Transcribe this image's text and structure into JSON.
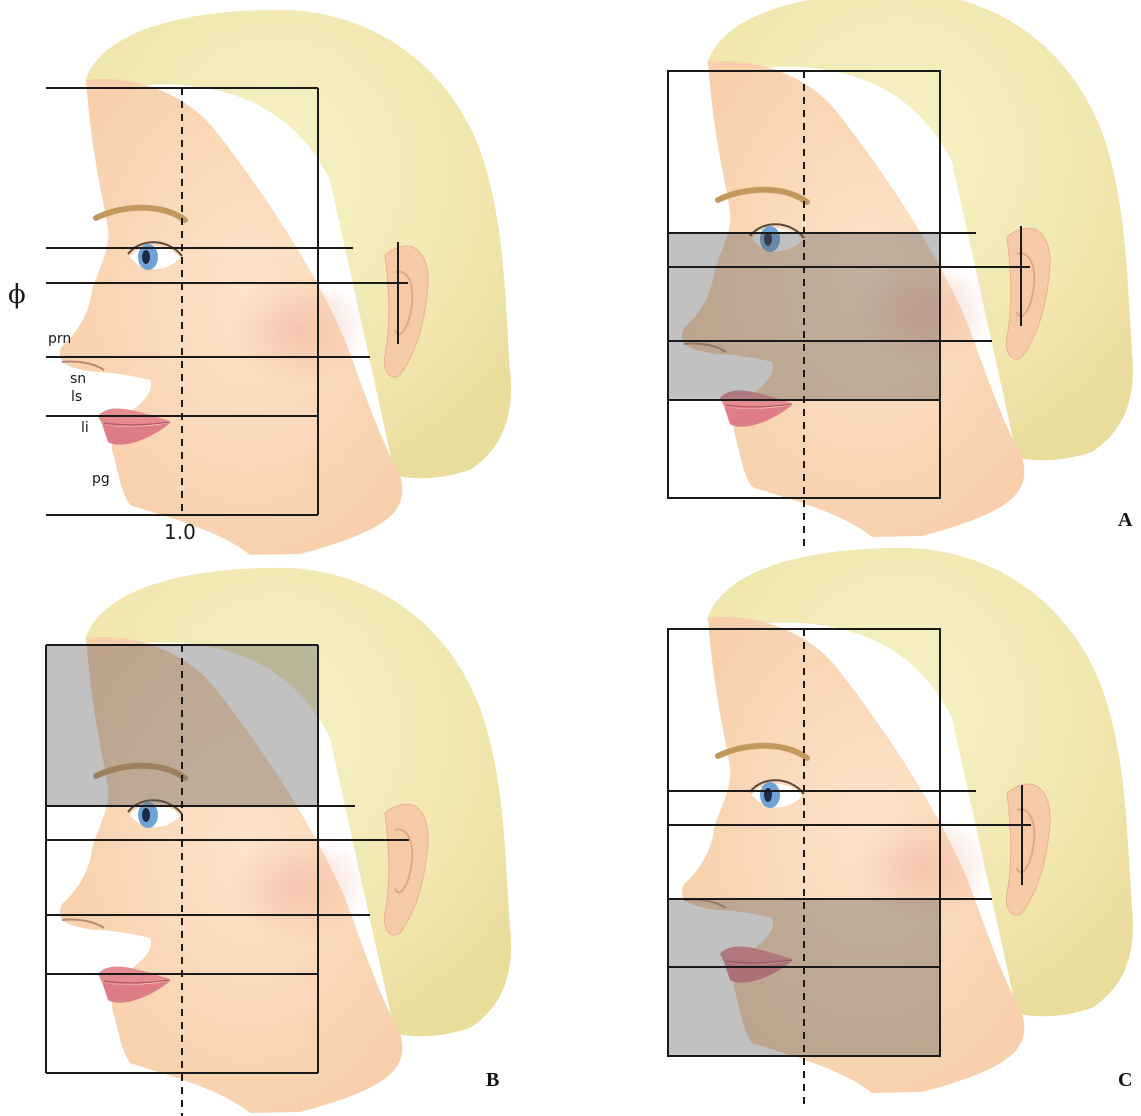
{
  "labels": {
    "phi": "ϕ",
    "prn": "prn",
    "sn": "sn",
    "ls": "ls",
    "li": "li",
    "pg": "pg",
    "ratio": "1.0"
  },
  "panels": [
    {
      "id": "base",
      "letter": ""
    },
    {
      "id": "A",
      "letter": "A"
    },
    {
      "id": "B",
      "letter": "B"
    },
    {
      "id": "C",
      "letter": "C"
    }
  ],
  "colors": {
    "hair": "#f2eab4",
    "skin": "#fbd9b9",
    "lips": "#e58b92",
    "iris": "#6fa3d8",
    "brow": "#c3985c",
    "lines": "#1a1a1a",
    "shade": "#5c5b5b"
  }
}
